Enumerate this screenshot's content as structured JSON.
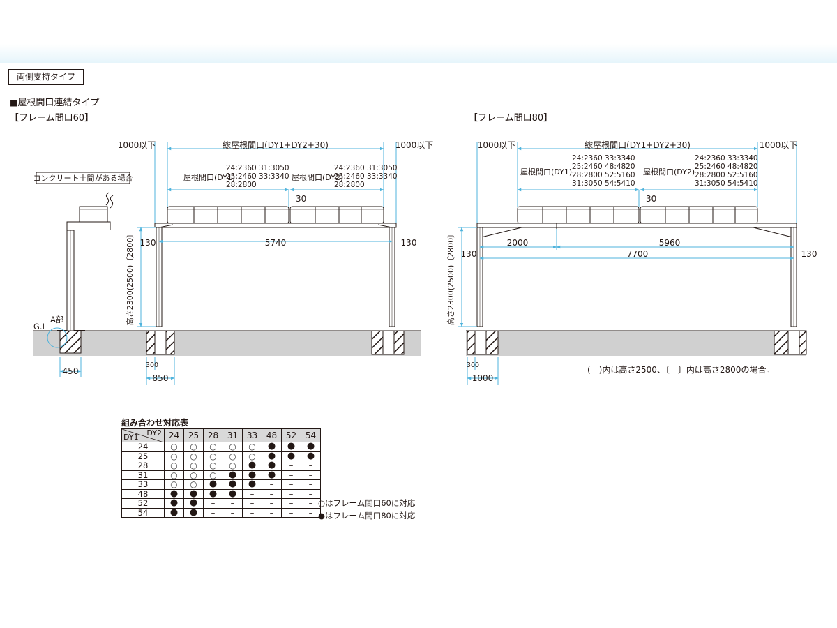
{
  "type_tag": "両側支持タイプ",
  "section_title": "屋根間口連結タイプ",
  "section_marker": "■",
  "frame60": {
    "heading": "【フレーム間口60】",
    "left_overhang": "1000以下",
    "right_overhang": "1000以下",
    "total_width_label": "総屋根間口(DY1+DY2+30)",
    "dy1_label": "屋根間口(DY1)",
    "dy2_label": "屋根間口(DY2)",
    "dy1_sizes": [
      "24:2360 31:3050",
      "25:2460 33:3340",
      "28:2800"
    ],
    "dy2_sizes": [
      "24:2360 31:3050",
      "25:2460 33:3340",
      "28:2800"
    ],
    "gap": "30",
    "post_offset_left": "130",
    "post_offset_right": "130",
    "span": "5740",
    "height_label": "高さ2300(2500)〔2800〕",
    "footing_width": "300",
    "outer_width": "850",
    "concrete_note": "コンクリート土間がある場合",
    "gl_label": "G.L",
    "a_label": "A部",
    "concrete_width": "450"
  },
  "frame80": {
    "heading": "【フレーム間口80】",
    "left_overhang": "1000以下",
    "right_overhang": "1000以下",
    "total_width_label": "総屋根間口(DY1+DY2+30)",
    "dy1_label": "屋根間口(DY1)",
    "dy2_label": "屋根間口(DY2)",
    "dy1_sizes": [
      "24:2360 33:3340",
      "25:2460 48:4820",
      "28:2800 52:5160",
      "31:3050 54:5410"
    ],
    "dy2_sizes": [
      "24:2360 33:3340",
      "25:2460 48:4820",
      "28:2800 52:5160",
      "31:3050 54:5410"
    ],
    "gap": "30",
    "post_offset_left": "130",
    "post_offset_right": "130",
    "mid_post": "2000",
    "right_span": "5960",
    "span": "7700",
    "height_label": "高さ2300(2500)〔2800〕",
    "footing_width": "300",
    "outer_width": "1000"
  },
  "height_note": "(　)内は高さ2500、〔　〕内は高さ2800の場合。",
  "combo_table": {
    "title": "組み合わせ対応表",
    "corner_col": "DY2",
    "corner_row": "DY1",
    "columns": [
      "24",
      "25",
      "28",
      "31",
      "33",
      "48",
      "52",
      "54"
    ],
    "rows": [
      {
        "label": "24",
        "cells": [
          "○",
          "○",
          "○",
          "○",
          "○",
          "●",
          "●",
          "●"
        ]
      },
      {
        "label": "25",
        "cells": [
          "○",
          "○",
          "○",
          "○",
          "○",
          "●",
          "●",
          "●"
        ]
      },
      {
        "label": "28",
        "cells": [
          "○",
          "○",
          "○",
          "○",
          "●",
          "●",
          "–",
          "–"
        ]
      },
      {
        "label": "31",
        "cells": [
          "○",
          "○",
          "○",
          "●",
          "●",
          "●",
          "–",
          "–"
        ]
      },
      {
        "label": "33",
        "cells": [
          "○",
          "○",
          "●",
          "●",
          "●",
          "–",
          "–",
          "–"
        ]
      },
      {
        "label": "48",
        "cells": [
          "●",
          "●",
          "●",
          "●",
          "–",
          "–",
          "–",
          "–"
        ]
      },
      {
        "label": "52",
        "cells": [
          "●",
          "●",
          "–",
          "–",
          "–",
          "–",
          "–",
          "–"
        ]
      },
      {
        "label": "54",
        "cells": [
          "●",
          "●",
          "–",
          "–",
          "–",
          "–",
          "–",
          "–"
        ]
      }
    ],
    "legend_open": "○はフレーム間口60に対応",
    "legend_filled": "●はフレーム間口80に対応"
  }
}
